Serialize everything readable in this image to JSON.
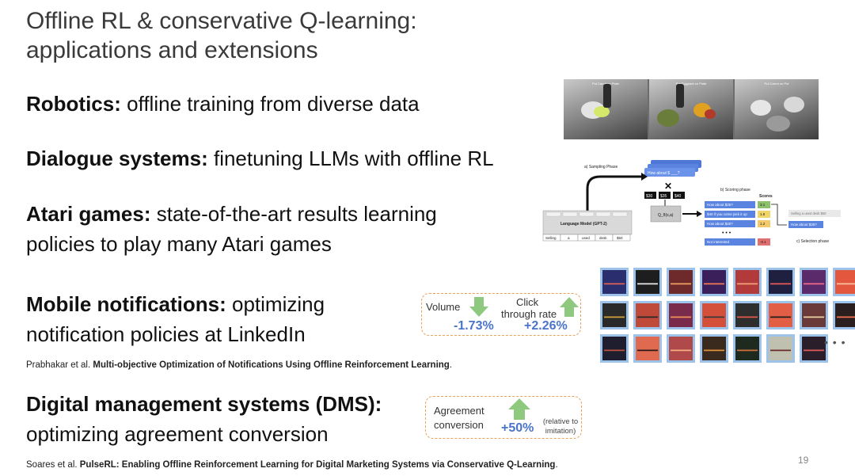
{
  "slide": {
    "title_line1": "Offline RL & conservative Q-learning:",
    "title_line2": "applications and extensions",
    "page_number": "19"
  },
  "bullets": {
    "robotics": {
      "head": "Robotics:",
      "text": " offline training from diverse data"
    },
    "dialogue": {
      "head": "Dialogue systems:",
      "text": " finetuning LLMs with offline RL"
    },
    "atari": {
      "head": "Atari games:",
      "text": " state-of-the-art results learning",
      "text2": "policies to play many Atari games"
    },
    "mobile": {
      "head": "Mobile notifications:",
      "text": " optimizing",
      "text2": "notification policies at LinkedIn"
    },
    "dms": {
      "head": "Digital management systems (DMS):",
      "text2": "optimizing agreement conversion"
    }
  },
  "citations": {
    "linkedin": {
      "authors": "Prabhakar et al. ",
      "title": "Multi-objective Optimization of Notifications Using Offline Reinforcement Learning",
      "end": "."
    },
    "pulserl": {
      "authors": "Soares et al. ",
      "title": "PulseRL: Enabling Offline Reinforcement Learning for Digital Marketing Systems via Conservative Q-Learning",
      "end": "."
    }
  },
  "mobile_metrics": {
    "volume_label": "Volume",
    "volume_value": "-1.73%",
    "ctr_label_1": "Click",
    "ctr_label_2": "through rate",
    "ctr_value": "+2.26%"
  },
  "dms_metrics": {
    "label_1": "Agreement",
    "label_2": "conversion",
    "value": "+50%",
    "note_1": "(relative to",
    "note_2": "imitation)"
  },
  "robot_image": {
    "captions": [
      "Put Carrot on Plate",
      "Put Eggplant on Plate",
      "Put Carrot on Pot"
    ]
  },
  "dialogue_diagram": {
    "sampling_phase": "a) Sampling Phase",
    "scoring_phase": "b) Scoring phase",
    "selection_phase": "c) Selection phase",
    "scores_header": "Scores",
    "prompt_card": "How about $ ___?",
    "price_tokens": [
      "$30",
      "$35",
      "$40"
    ],
    "q_label": "Q_θ(s,a)",
    "lm_label": "Language Model (GPT-2)",
    "lm_tokens": [
      "Selling",
      "a",
      "used",
      "desk",
      "$50"
    ],
    "responses": [
      {
        "text": "How about $35?",
        "score": "3.1"
      },
      {
        "text": "$40 if you come pick it up",
        "score": "1.8"
      },
      {
        "text": "How about $40?",
        "score": "1.2"
      },
      {
        "text": "Not interested",
        "score": "-0.1"
      }
    ],
    "selected_top": "Selling a used desk $50",
    "selected": "How about $35?",
    "dots": "• • •"
  },
  "atari_ellipsis": "• • •",
  "colors": {
    "accent_blue": "#4a74c9",
    "arrow_green": "#8ec97f",
    "box_border": "#e8a25a",
    "tile_border": "#9ec3ea"
  }
}
